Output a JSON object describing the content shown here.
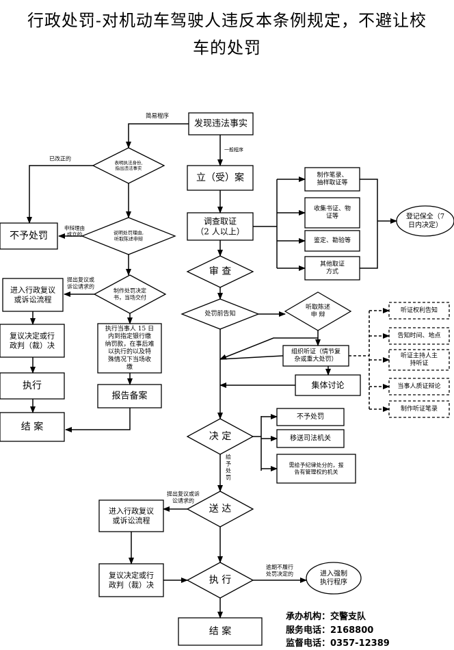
{
  "title": {
    "line1": "行政处罚-对机动车驾驶人违反本条例规定，不避让校",
    "line2": "车的处罚"
  },
  "nodes": {
    "discover": "发现违法事实",
    "simple_check": [
      "表明执法身份,",
      "指出违法事实"
    ],
    "explain": [
      "说明处罚理由,",
      "听取陈述申辩"
    ],
    "no_penalty_left": "不予处罚",
    "decision_book": [
      "制作处罚决定",
      "书，当场交付"
    ],
    "review_left_top": [
      "进入行政复议",
      "或诉讼流程"
    ],
    "judgment_left_top": [
      "复议决定或行",
      "政判（裁）决"
    ],
    "execute_left": "执行",
    "close_left": "结  案",
    "pay": [
      "执行当事人 15 日",
      "内到指定银行缴",
      "纳罚款，在事后难",
      "以执行的以及特",
      "殊情况下当场收",
      "缴"
    ],
    "report": "报告备案",
    "register": "立（受）案",
    "investigate": [
      "调查取证",
      "（2 人以上）"
    ],
    "evidence1": [
      "制作笔录、",
      "抽样取证等"
    ],
    "evidence2": [
      "收集书证、物",
      "证等"
    ],
    "evidence3": "鉴定、勘验等",
    "evidence4": [
      "其他取证",
      "方式"
    ],
    "preserve": [
      "登记保全（7",
      "日内决定）"
    ],
    "review": "审  查",
    "pre_notice": "处罚前告知",
    "hear_statement": [
      "听取陈述",
      "申  辩"
    ],
    "hearing": [
      "组织听证（情节复",
      "杂或重大处罚）"
    ],
    "collective": "集体讨论",
    "h1": "听证权利告知",
    "h2": "告知时间、地点",
    "h3": [
      "听证主持人主",
      "持听证"
    ],
    "h4": "当事人质证辩论",
    "h5": "制作听证笔录",
    "decide": "决  定",
    "no_penalty_right": "不予处罚",
    "transfer": "移送司法机关",
    "discipline": [
      "需给予纪律处分的，报",
      "告有管理权的机关"
    ],
    "deliver": "送  达",
    "review_bottom": [
      "进入行政复议",
      "或诉讼流程"
    ],
    "judgment_bottom": [
      "复议决定或行",
      "政判（裁）决"
    ],
    "execute_bottom": "执  行",
    "enforce": [
      "进入强制",
      "执行程序"
    ],
    "close_bottom": "结  案"
  },
  "edge_labels": {
    "simple_procedure": "简易程序",
    "corrected": "已改正的",
    "general_procedure": "一般程序",
    "defense_valid": [
      "申辩理由",
      "成立的"
    ],
    "apply_review_1": [
      "提出复议或",
      "诉讼请求的"
    ],
    "give_penalty": [
      "给",
      "予",
      "处",
      "罚"
    ],
    "apply_review_2": [
      "提出复议或诉",
      "讼请求的"
    ],
    "overdue": [
      "逾期不履行",
      "处罚决定的"
    ]
  },
  "footer": {
    "agency": "承办机构：交警支队",
    "service_phone": "服务电话：2168800",
    "supervise_phone": "监督电话：0357-12389"
  }
}
